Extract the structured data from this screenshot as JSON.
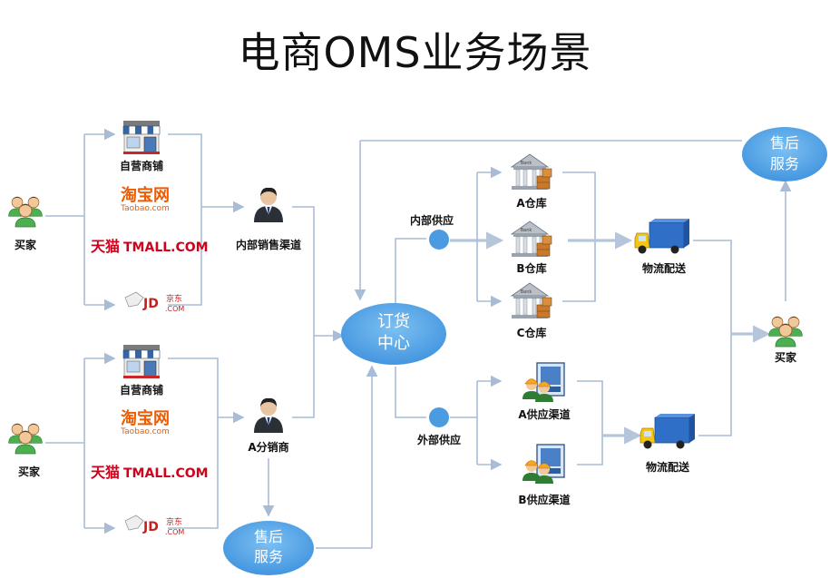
{
  "title": "电商OMS业务场景",
  "nodes": {
    "buyer_top": "买家",
    "buyer_bottom": "买家",
    "buyer_right": "买家",
    "shop_top": "自营商铺",
    "shop_bottom": "自营商铺",
    "internal_channel": "内部销售渠道",
    "distributor": "A分销商",
    "order_center": [
      "订货",
      "中心"
    ],
    "after_sales_top": [
      "售后",
      "服务"
    ],
    "after_sales_bottom": [
      "售后",
      "服务"
    ],
    "internal_supply": "内部供应",
    "external_supply": "外部供应",
    "warehouse_a": "A仓库",
    "warehouse_b": "B仓库",
    "warehouse_c": "C仓库",
    "supplier_a": "A供应渠道",
    "supplier_b": "B供应渠道",
    "logistics_top": "物流配送",
    "logistics_bottom": "物流配送"
  },
  "logos": {
    "taobao_cn": "淘宝网",
    "taobao_en": "Taobao.com",
    "tmall_cn": "天猫",
    "tmall_en": "TMALL.COM",
    "jd_cn": "京东",
    "jd_en": "JD",
    "jd_com": ".COM",
    "warehouse_sign": "Bank"
  },
  "colors": {
    "connector": "#a9bcd6",
    "ellipse_fill": "#5aa8e6",
    "dot_fill": "#4a9be0",
    "taobao": "#f05a00",
    "tmall": "#d0021b",
    "jd": "#c81e1e"
  },
  "icons": [
    "buyers-icon",
    "shop-icon",
    "businessman-icon",
    "bank-warehouse-icon",
    "workers-icon",
    "truck-icon"
  ]
}
